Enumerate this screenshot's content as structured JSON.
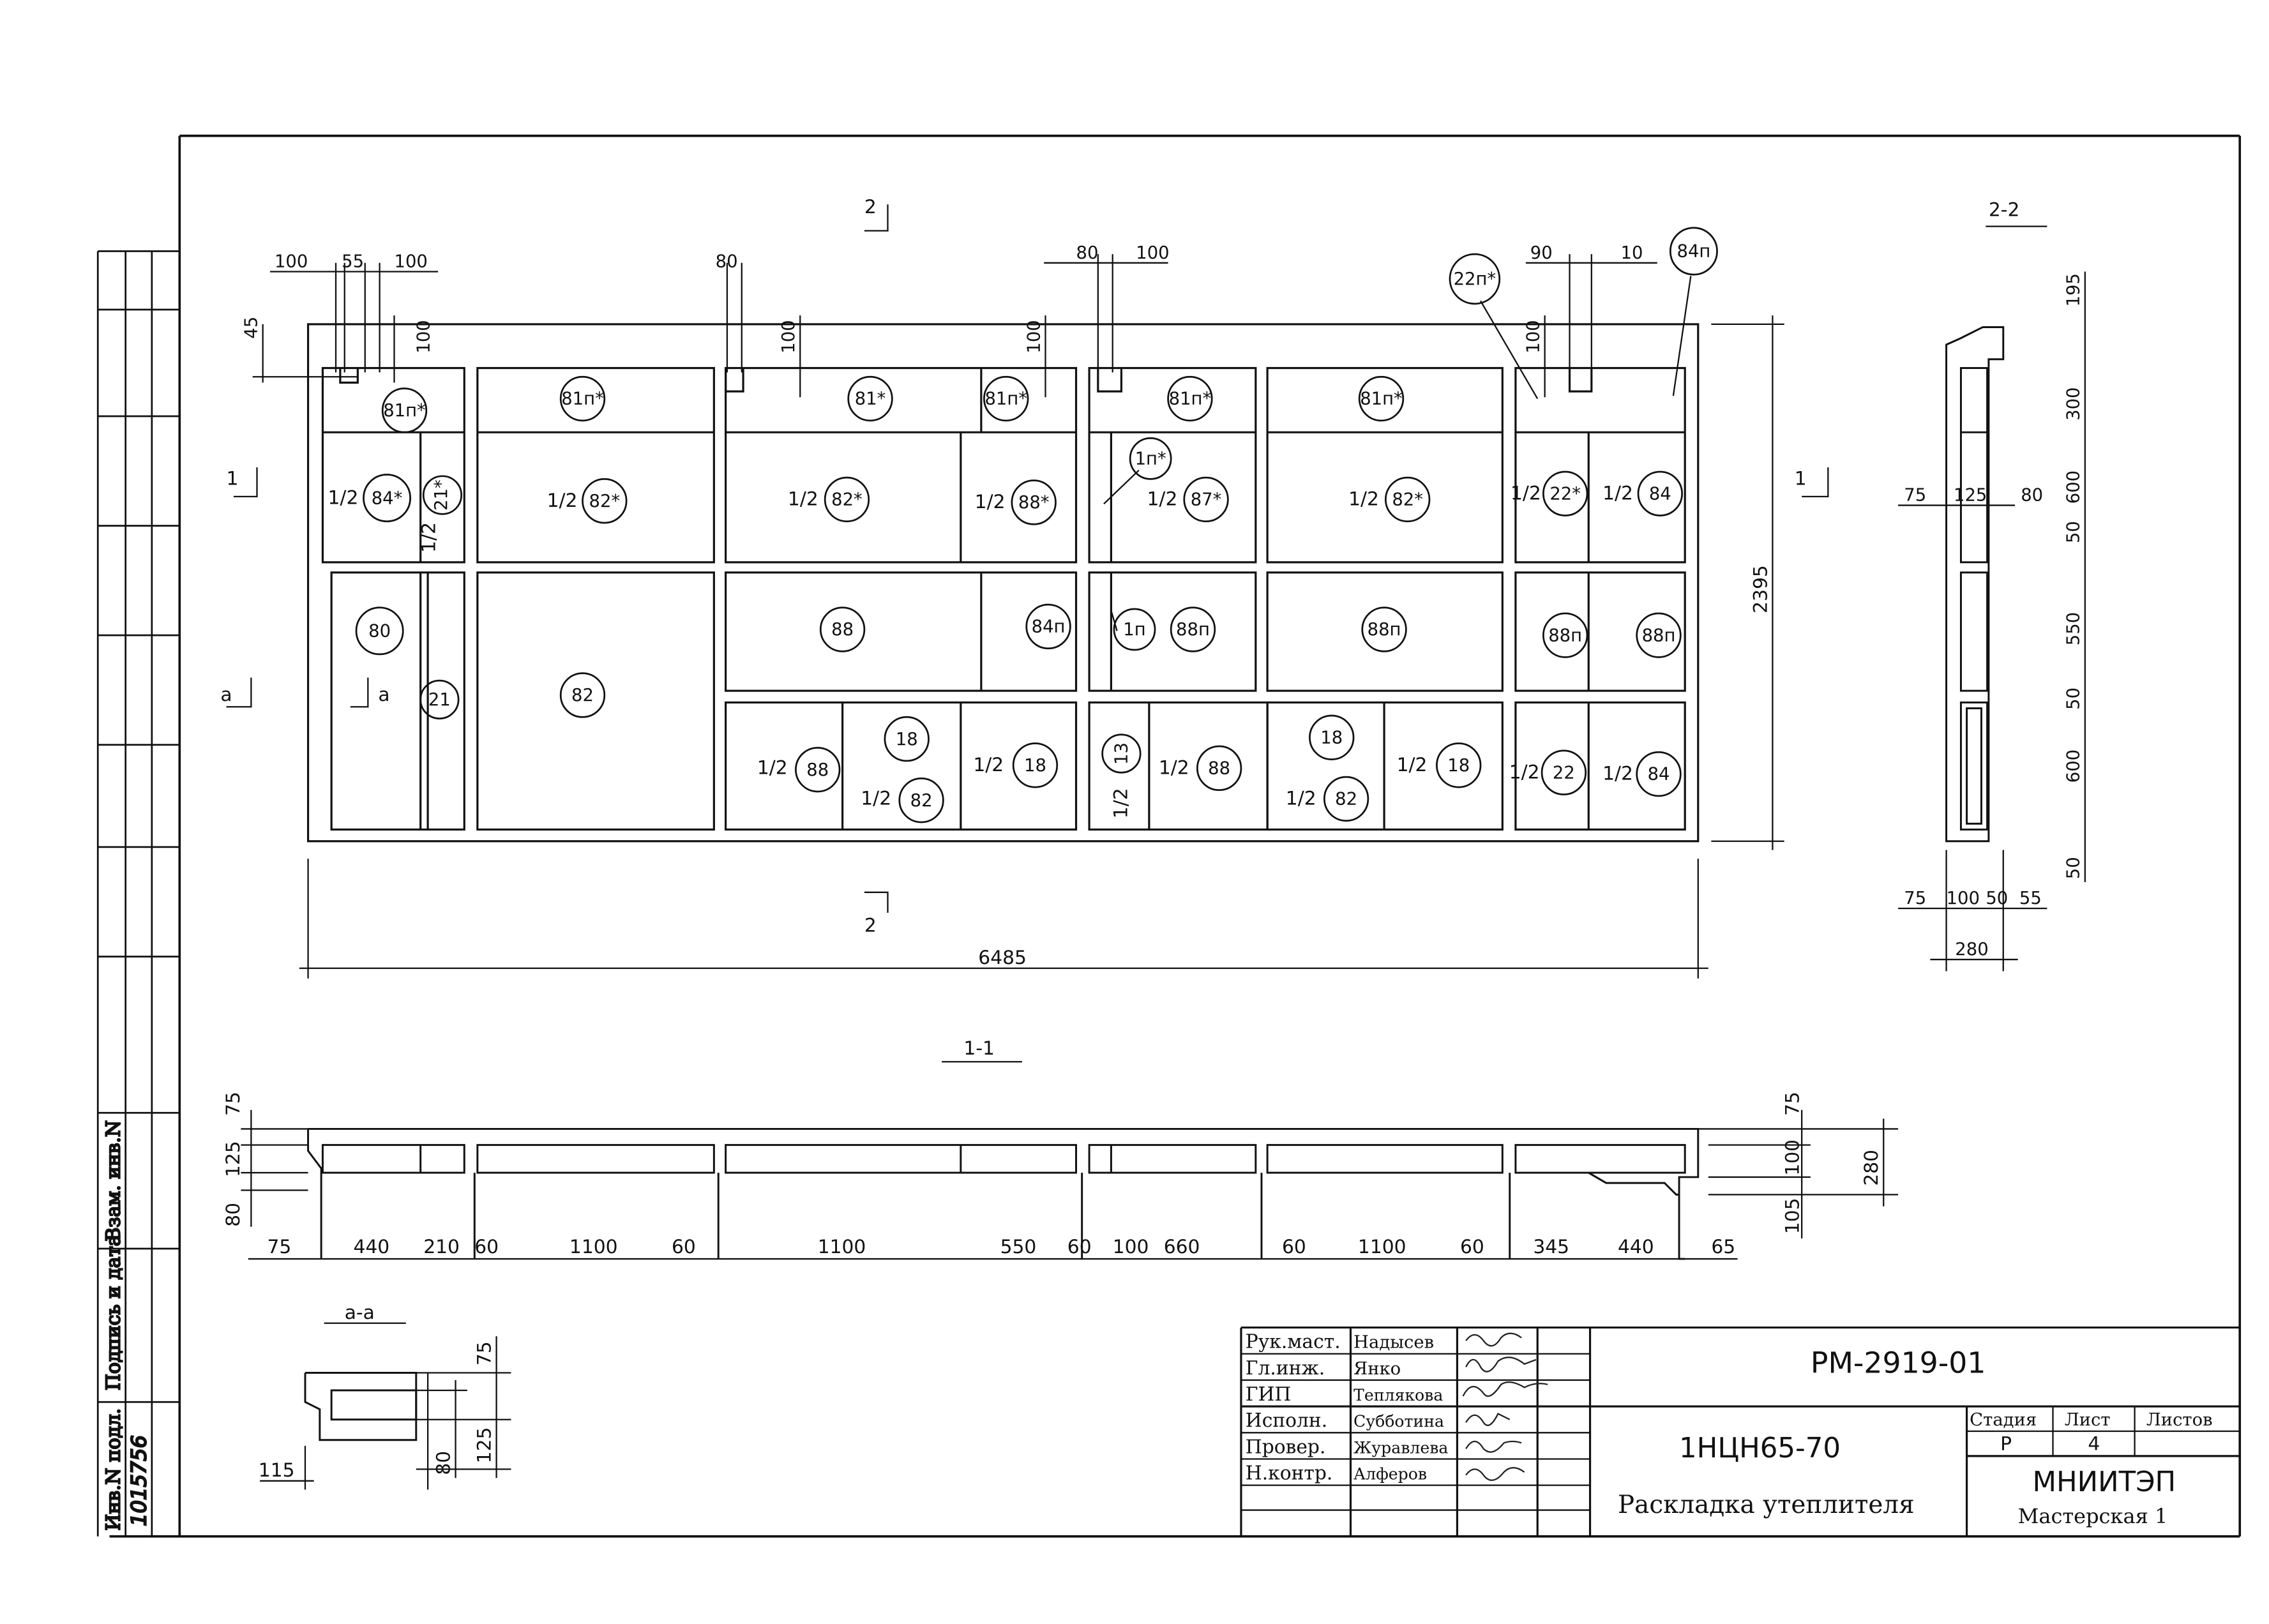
{
  "title_block": {
    "code": "РМ-2919-01",
    "product": "1НЦН65-70",
    "sheet_title": "Раскладка утеплителя",
    "org": "МНИИТЭП",
    "workshop": "Мастерская 1",
    "stage_header": "Стадия",
    "sheet_header": "Лист",
    "sheets_header": "Листов",
    "stage_value": "Р",
    "sheet_value": "4",
    "sheets_value": "",
    "roles": [
      {
        "role": "Рук.маст.",
        "name": "Надысев"
      },
      {
        "role": "Гл.инж.",
        "name": "Янко"
      },
      {
        "role": "ГИП",
        "name": "Теплякова"
      },
      {
        "role": "Исполн.",
        "name": "Субботина"
      },
      {
        "role": "Провер.",
        "name": "Журавлева"
      },
      {
        "role": "Н.контр.",
        "name": "Алферов"
      }
    ]
  },
  "side_stamp": {
    "inv_podl": "Инв.N подл.",
    "podpis_data": "Подпись и дата",
    "vzam_inv": "Взам. инв.N",
    "handwritten_no": "1015756"
  },
  "section_labels": {
    "s11": "1-1",
    "s22": "2-2",
    "saa": "а-а",
    "mark1": "1",
    "mark2": "2",
    "marka": "а"
  },
  "plan_top_dims": [
    "100",
    "55",
    "100",
    "80",
    "80",
    "100",
    "90",
    "10"
  ],
  "plan_dims": {
    "left45": "45",
    "v100": "100",
    "overall_width": "6485",
    "overall_height": "2395"
  },
  "plan_labels": {
    "r1": [
      "81п*",
      "81п*",
      "81*",
      "81п*",
      "81п*",
      "81п*",
      "22п*",
      "84п"
    ],
    "r2": [
      "84*",
      "21*",
      "82*",
      "82*",
      "88*",
      "1п*",
      "87*",
      "82*",
      "22*",
      "84"
    ],
    "r3": [
      "80",
      "82",
      "21",
      "88",
      "84п",
      "1п",
      "88п",
      "88п",
      "88п",
      "88п"
    ],
    "r4": [
      "88",
      "18",
      "82",
      "18",
      "13",
      "88",
      "18",
      "82",
      "18",
      "22",
      "84"
    ],
    "half": "1/2"
  },
  "sec11_bottom_dims": [
    "75",
    "440",
    "210",
    "60",
    "1100",
    "60",
    "1100",
    "550",
    "60",
    "100",
    "660",
    "60",
    "1100",
    "60",
    "345",
    "440",
    "65"
  ],
  "sec11_left_dims": [
    "75",
    "125",
    "80"
  ],
  "sec11_right_dims": [
    "75",
    "100",
    "105",
    "280"
  ],
  "sec22_dims": {
    "right": [
      "195",
      "300",
      "600",
      "50",
      "550",
      "50",
      "600",
      "50"
    ],
    "mid": [
      "75",
      "125",
      "80"
    ],
    "bottom": [
      "75",
      "100",
      "50",
      "55"
    ],
    "total": "280"
  },
  "secaa_dims": [
    "115",
    "75",
    "80",
    "125"
  ]
}
